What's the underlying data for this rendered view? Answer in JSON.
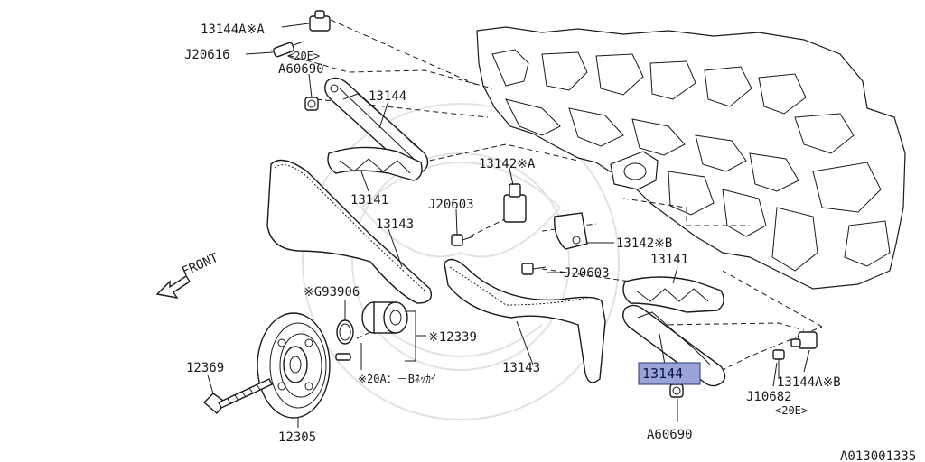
{
  "labels": {
    "l_13144A_A": "13144A※A",
    "l_J20616": "J20616",
    "l_20E_top": "<20E>",
    "l_A60690_top": "A60690",
    "l_13144_top": "13144",
    "l_13142_A": "13142※A",
    "l_13141_left": "13141",
    "l_J20603_a": "J20603",
    "l_13143_left": "13143",
    "l_13142_B": "13142※B",
    "l_J20603_b": "J20603",
    "l_13141_right": "13141",
    "l_front": "FRONT",
    "l_G93906": "※G93906",
    "l_12339": "※12339",
    "l_20A": "※20A：－Bﾈｯｶｲ",
    "l_12369": "12369",
    "l_13143_right": "13143",
    "l_13144_selected": "13144",
    "l_A60690_bottom": "A60690",
    "l_13144A_B": "13144A※B",
    "l_J10682": "J10682",
    "l_20E_bottom": "<20E>",
    "l_12305": "12305",
    "l_diagram_id": "A013001335"
  },
  "colors": {
    "highlight_fill": "#9aa4d6",
    "highlight_border": "#2b347a",
    "line": "#1a1a1a",
    "watermark": "#e2e2e2"
  },
  "icons": {
    "front_arrow": "front-arrow-icon"
  }
}
